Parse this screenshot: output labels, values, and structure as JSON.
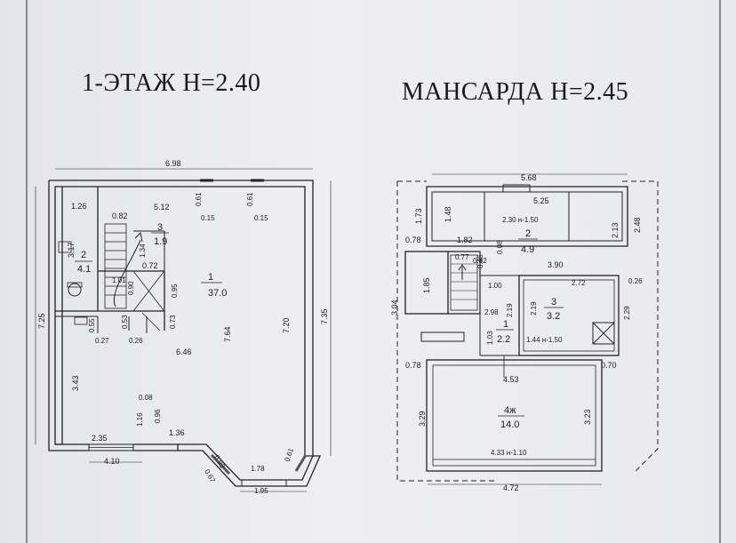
{
  "titles": {
    "floor1": "1-ЭТАЖ  Н=2.40",
    "attic": "МАНСАРДА  Н=2.45"
  },
  "floor1": {
    "dims": {
      "top": "6.98",
      "d_1_26": "1.26",
      "d_0_82": "0.82",
      "d_5_12": "5.12",
      "d_0_61a": "0.61",
      "d_0_15a": "0.15",
      "d_0_61b": "0.61",
      "d_0_15b": "0.15",
      "d_3_17": "3.17",
      "d_1_34": "1.34",
      "d_0_72": "0.72",
      "d_0_90": "0.90",
      "d_1_01": "1.01",
      "d_0_95": "0.95",
      "left_7_25": "7.25",
      "d_0_55": "0.55",
      "d_0_53": "0.53",
      "d_0_73": "0.73",
      "d_0_27": "0.27",
      "d_0_26": "0.26",
      "d_6_46": "6.46",
      "d_7_64": "7.64",
      "d_7_20": "7.20",
      "right_7_35": "7.35",
      "d_3_43": "3.43",
      "d_0_08": "0.08",
      "d_1_16": "1.16",
      "d_0_96": "0.96",
      "d_1_36": "1.36",
      "d_2_35": "2.35",
      "d_4_10": "4.10",
      "d_0_93": "0.93",
      "d_0_67": "0.67",
      "d_1_78": "1.78",
      "d_0_61c": "0.61",
      "d_1_95": "1.95"
    },
    "rooms": [
      {
        "num": "1",
        "area": "37.0"
      },
      {
        "num": "2",
        "area": "4.1"
      },
      {
        "num": "3",
        "area": "1.9"
      }
    ]
  },
  "attic": {
    "dims": {
      "d_5_68": "5.68",
      "d_5_25": "5.25",
      "d_1_73": "1.73",
      "d_1_48": "1.48",
      "d_2_30": "2.30 н-1.50",
      "d_2_13": "2.13",
      "d_2_48": "2.48",
      "d_0_78a": "0.78",
      "d_1_82": "1.82",
      "d_0_08": "0.08",
      "d_0_77": "0.77",
      "d_0_32": "0.32",
      "d_0_46": "0.46",
      "d_3_90": "3.90",
      "d_3_04": "3.04",
      "d_1_85": "1.85",
      "d_1_00": "1.00",
      "d_2_72": "2.72",
      "d_0_26": "0.26",
      "d_2_19a": "2.19",
      "d_2_98": "2.98",
      "d_2_19b": "2.19",
      "d_2_29": "2.29",
      "d_1_03": "1.03",
      "d_1_44": "1.44 н-1.50",
      "d_0_78b": "0.78",
      "d_4_53": "4.53",
      "d_0_70": "0.70",
      "d_3_29": "3.29",
      "d_3_23": "3.23",
      "d_4_33": "4.33 н-1.10",
      "d_4_72": "4.72"
    },
    "rooms": [
      {
        "num": "2",
        "area": "4.9"
      },
      {
        "num": "3",
        "area": "3.2"
      },
      {
        "num": "1",
        "area": "2.2"
      },
      {
        "num": "4ж",
        "area": "14.0"
      }
    ]
  }
}
